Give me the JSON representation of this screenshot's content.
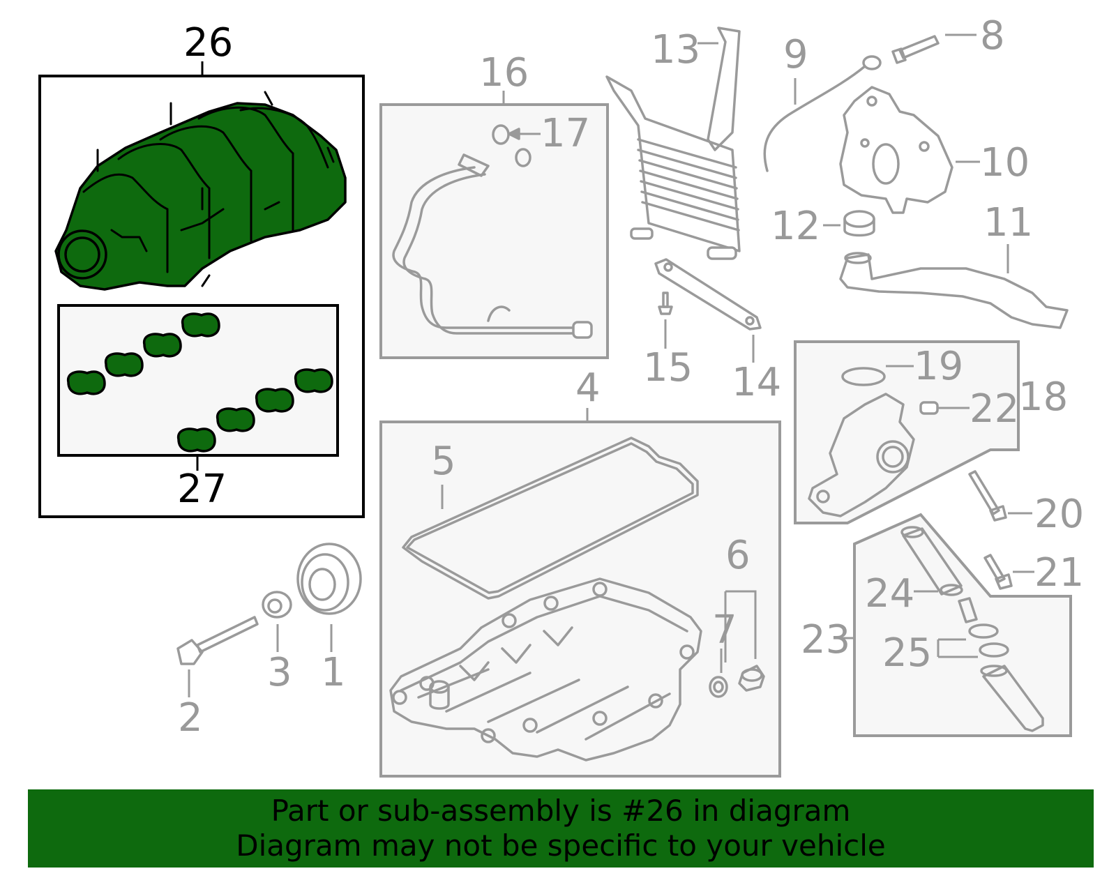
{
  "callouts": {
    "c1": "1",
    "c2": "2",
    "c3": "3",
    "c4": "4",
    "c5": "5",
    "c6": "6",
    "c7": "7",
    "c8": "8",
    "c9": "9",
    "c10": "10",
    "c11": "11",
    "c12": "12",
    "c13": "13",
    "c14": "14",
    "c15": "15",
    "c16": "16",
    "c17": "17",
    "c18": "18",
    "c19": "19",
    "c20": "20",
    "c21": "21",
    "c22": "22",
    "c23": "23",
    "c24": "24",
    "c25": "25",
    "c26": "26",
    "c27": "27"
  },
  "highlighted_part": "26",
  "colors": {
    "highlight": "#0e6a0e",
    "line": "#9a9a9a",
    "box_fill": "#f7f7f7",
    "banner": "#0e6a0e"
  },
  "banner": {
    "line1": "Part or sub-assembly is #26 in diagram",
    "line2": "Diagram may not be specific to your vehicle"
  }
}
